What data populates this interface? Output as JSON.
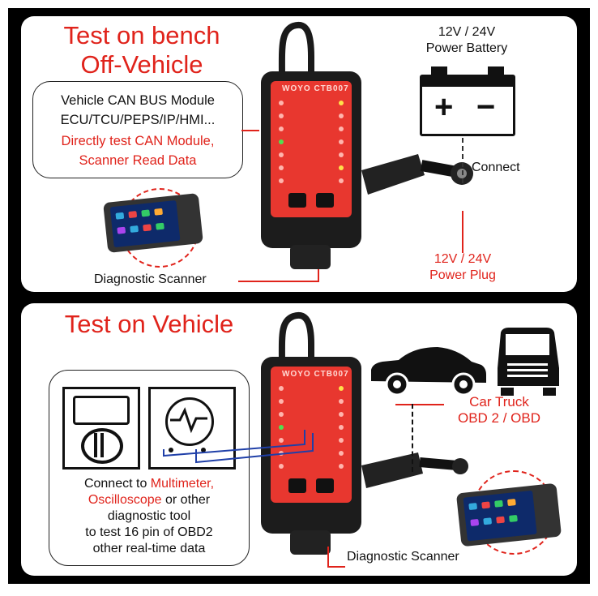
{
  "top": {
    "title_line1": "Test on bench",
    "title_line2": "Off-Vehicle",
    "callout_line1": "Vehicle CAN BUS Module",
    "callout_line2": "ECU/TCU/PEPS/IP/HMI...",
    "callout_line3": "Directly test CAN Module,",
    "callout_line4": "Scanner Read Data",
    "battery_line1": "12V / 24V",
    "battery_line2": "Power Battery",
    "battery_plus": "+",
    "battery_minus": "−",
    "connect_label": "Connect",
    "plug_line1": "12V / 24V",
    "plug_line2": "Power Plug",
    "scanner_label": "Diagnostic Scanner",
    "device_brand": "WOYO CTB007"
  },
  "bottom": {
    "title": "Test on Vehicle",
    "vehicle_line1": "Car Truck",
    "vehicle_line2": "OBD 2 / OBD",
    "tool_line1_a": "Connect to ",
    "tool_line1_b": "Multimeter,",
    "tool_line2_a": "Oscilloscope",
    "tool_line2_b": " or other",
    "tool_line3": "diagnostic tool",
    "tool_line4": "to test 16 pin of OBD2",
    "tool_line5": "other real-time data",
    "scanner_label": "Diagnostic Scanner",
    "device_brand": "WOYO CTB007"
  },
  "colors": {
    "accent_red": "#e0231b",
    "device_red": "#e8372f",
    "frame": "#000000"
  }
}
